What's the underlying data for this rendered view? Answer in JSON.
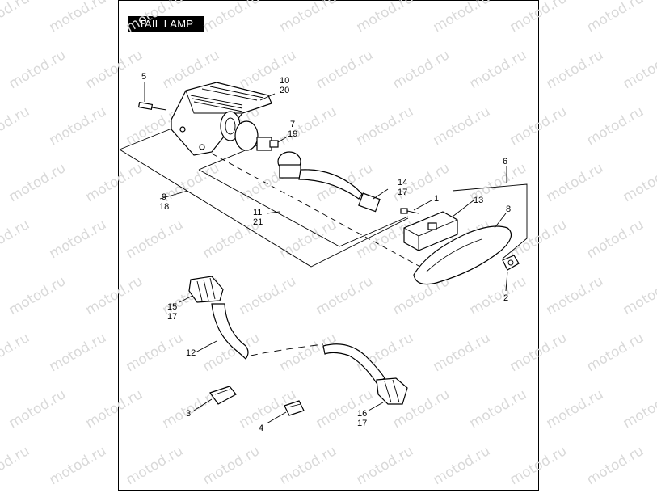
{
  "title": "TAIL LAMP",
  "watermark": "motod.ru",
  "callouts": [
    {
      "id": "c5",
      "lines": [
        "5"
      ]
    },
    {
      "id": "c10",
      "lines": [
        "10",
        "20"
      ]
    },
    {
      "id": "c7",
      "lines": [
        "7",
        "19"
      ]
    },
    {
      "id": "c9",
      "lines": [
        "9",
        "18"
      ]
    },
    {
      "id": "c11",
      "lines": [
        "11",
        "21"
      ]
    },
    {
      "id": "c14",
      "lines": [
        "14",
        "17"
      ]
    },
    {
      "id": "c1",
      "lines": [
        "1"
      ]
    },
    {
      "id": "c13",
      "lines": [
        "13"
      ]
    },
    {
      "id": "c6",
      "lines": [
        "6"
      ]
    },
    {
      "id": "c8",
      "lines": [
        "8"
      ]
    },
    {
      "id": "c2",
      "lines": [
        "2"
      ]
    },
    {
      "id": "c15",
      "lines": [
        "15",
        "17"
      ]
    },
    {
      "id": "c12",
      "lines": [
        "12"
      ]
    },
    {
      "id": "c3",
      "lines": [
        "3"
      ]
    },
    {
      "id": "c4",
      "lines": [
        "4"
      ]
    },
    {
      "id": "c16",
      "lines": [
        "16",
        "17"
      ]
    }
  ]
}
